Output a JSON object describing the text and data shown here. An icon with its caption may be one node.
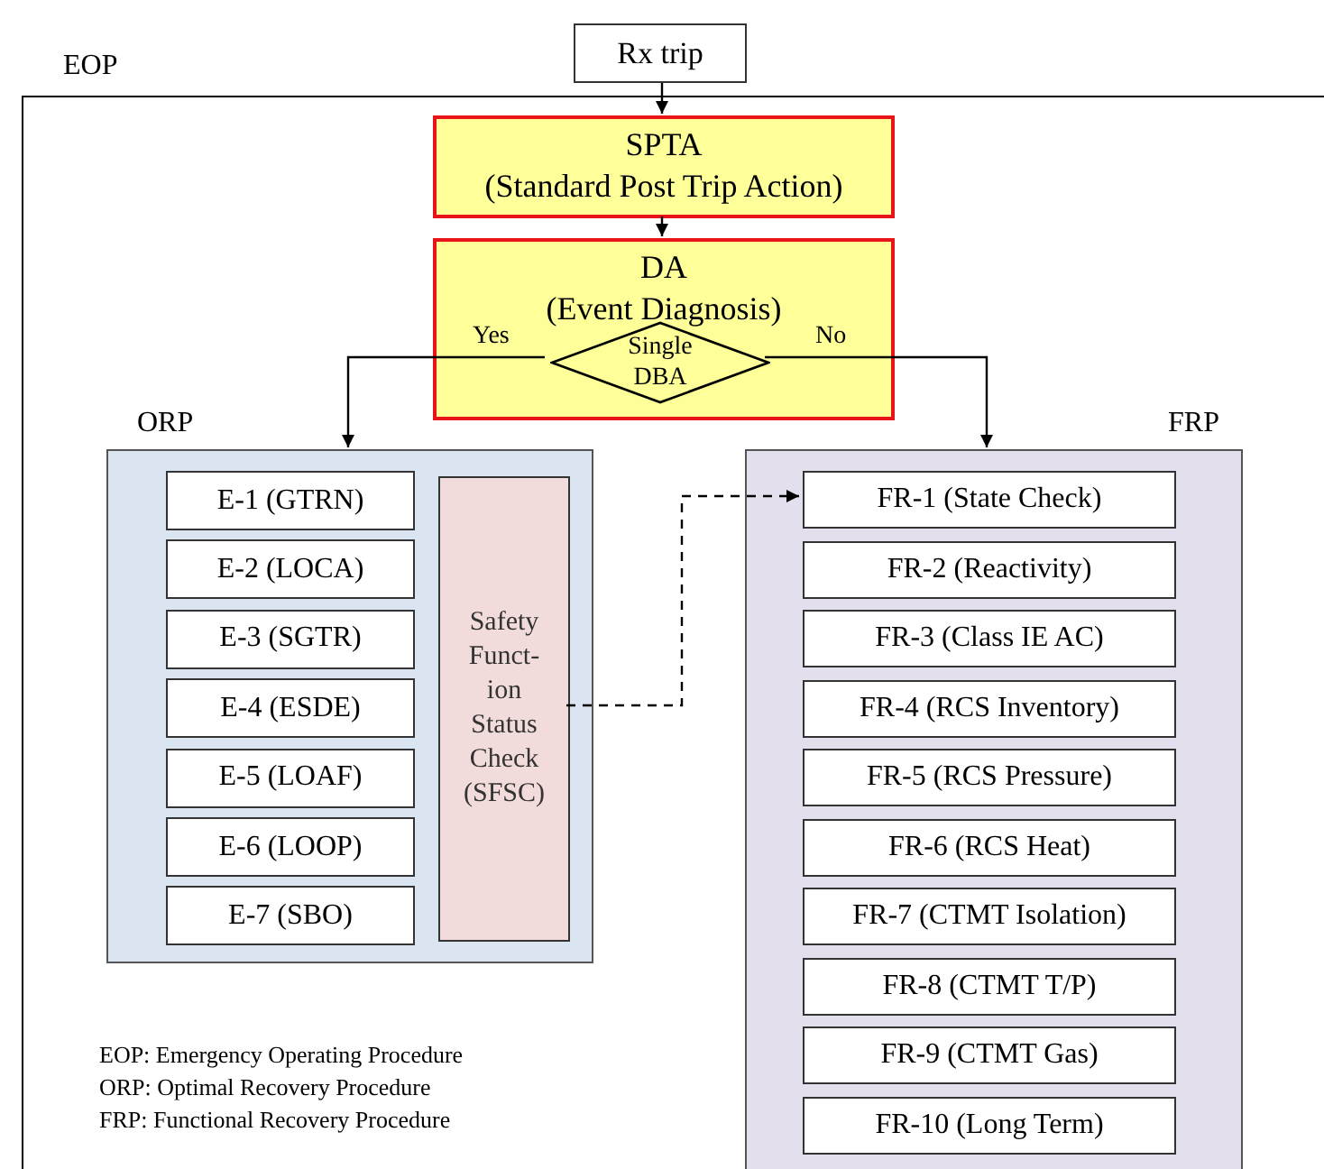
{
  "diagram": {
    "nodes": [
      {
        "text": [
          "Rx trip"
        ]
      },
      {
        "text": [
          "EOP"
        ]
      },
      {
        "text": [
          "SPTA",
          "(Standard Post Trip Action)"
        ],
        "in": 1
      },
      {
        "text": [
          "DA",
          "(Event Diagnosis)"
        ],
        "in": 1
      },
      {
        "text": [
          "Single DBA"
        ],
        "in": 3
      },
      {
        "text": [
          "ORP"
        ],
        "in": 1
      },
      {
        "text": [
          "E-1 (GTRN)"
        ],
        "in": 5
      },
      {
        "text": [
          "E-2 (LOCA)"
        ],
        "in": 5
      },
      {
        "text": [
          "E-3 (SGTR)"
        ],
        "in": 5
      },
      {
        "text": [
          "E-4 (ESDE)"
        ],
        "in": 5
      },
      {
        "text": [
          "E-5 (LOAF)"
        ],
        "in": 5
      },
      {
        "text": [
          "E-6 (LOOP)"
        ],
        "in": 5
      },
      {
        "text": [
          "E-7 (SBO)"
        ],
        "in": 5
      },
      {
        "text": [
          "Safety Funct- ion Status Check (SFSC)"
        ],
        "in": 5
      },
      {
        "text": [
          "FRP"
        ],
        "in": 1
      },
      {
        "text": [
          "FR-1 (State Check)"
        ],
        "in": 14
      },
      {
        "text": [
          "FR-2 (Reactivity)"
        ],
        "in": 14
      },
      {
        "text": [
          "FR-3 (Class IE AC)"
        ],
        "in": 14
      },
      {
        "text": [
          "FR-4 (RCS Inventory)"
        ],
        "in": 14
      },
      {
        "text": [
          "FR-5 (RCS Pressure)"
        ],
        "in": 14
      },
      {
        "text": [
          "FR-6 (RCS Heat)"
        ],
        "in": 14
      },
      {
        "text": [
          "FR-7 (CTMT Isolation)"
        ],
        "in": 14
      },
      {
        "text": [
          "FR-8 (CTMT T/P)"
        ],
        "in": 14
      },
      {
        "text": [
          "FR-9 (CTMT Gas)"
        ],
        "in": 14
      },
      {
        "text": [
          "FR-10 (Long Term)"
        ],
        "in": 14
      }
    ],
    "edges": [
      {
        "from": 0,
        "to": 2,
        "arrow": "to"
      },
      {
        "from": 2,
        "to": 3,
        "arrow": "to"
      },
      {
        "from": 4,
        "to": 5,
        "arrow": "to",
        "label": "Yes"
      },
      {
        "from": 4,
        "to": 14,
        "arrow": "to",
        "label": "No"
      },
      {
        "from": 13,
        "to": 15,
        "arrow": "to",
        "style": "dashed"
      }
    ],
    "labels": [
      "EOP: Emergency Operating Procedure",
      "ORP: Optimal Recovery Procedure",
      "FRP: Functional Recovery Procedure"
    ]
  }
}
